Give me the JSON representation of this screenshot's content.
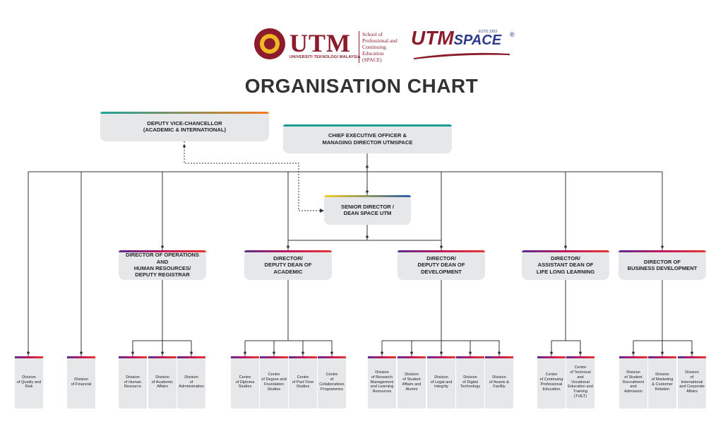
{
  "header": {
    "utm_logo_text": "UTM",
    "utm_university_name": "UNIVERSITI TEKNOLOGI MALAYSIA",
    "school_name": "School of\nProfessional and\nContinuing\nEducation\n(SPACE)",
    "space_logo_utm": "UTM",
    "space_logo_space": "SPACE",
    "space_estd": "ESTD 1993",
    "space_reg": "®"
  },
  "title": "ORGANISATION CHART",
  "colors": {
    "box_bg": "#e6e7e9",
    "line": "#333333",
    "teal_orange": "linear-gradient(90deg,#1fa39a,#f47b20)",
    "teal": "linear-gradient(90deg,#1a9d94,#1a9d94)",
    "yellow_blue": "linear-gradient(90deg,#f2d024,#2d5fa8)",
    "red_purple": "linear-gradient(90deg,#5b2d8e,#c2185b,#e53935)"
  },
  "top": {
    "dvc": "DEPUTY VICE-CHANCELLOR\n(ACADEMIC & INTERNATIONAL)",
    "ceo": "CHIEF EXECUTIVE OFFICER &\nMANAGING DIRECTOR UTMSPACE",
    "senior": "SENIOR DIRECTOR /\nDEAN SPACE UTM"
  },
  "directors": {
    "ops": "DIRECTOR OF OPERATIONS AND\nHUMAN RESOURCES/\nDEPUTY REGISTRAR",
    "academic": "DIRECTOR/\nDEPUTY DEAN OF\nACADEMIC",
    "development": "DIRECTOR/\nDEPUTY DEAN OF\nDEVELOPMENT",
    "lll": "DIRECTOR/\nASSISTANT DEAN OF\nLIFE LONG LEARNING",
    "bizdev": "DIRECTOR OF\nBUSINESS DEVELOPMENT"
  },
  "leaves": {
    "quality": "Division\nof Quality and\nRisk",
    "financial": "Division\nof Financial",
    "hr": "Division\nof Human\nResource",
    "academic_affairs": "Division\nof Academic\nAffairs",
    "administration": "Division\nof\nAdministration",
    "diploma": "Centre\nof Diploma\nStudies",
    "degree": "Centre\nof Degree and\nFoundation\nStudies",
    "parttime": "Centre\nof Part-Time\nStudies",
    "collab": "Centre\nof\nCollaboratives\nProgrammes",
    "research": "Division\nof Research\nManagement\nand Learning\nResources",
    "student_affairs": "Division\nof Student\nAffairs and\nAlumni",
    "legal": "Division\nof Legal and\nIntegrity",
    "digital": "Division\nof Digital\nTechnology",
    "assets": "Division\nof Assets &\nFacility",
    "cpe": "Centre\nof Continuing\nProfessional\nEducation",
    "tvet": "Centre\nof Technical\nand Vocational\nEducation and\nTraining\n(TVET)",
    "recruitment": "Division\nof Student\nRecruitment\nand\nAdmission",
    "marketing": "Division\nof Marketing\n& Customer\nRelation",
    "international": "Division\nof\nInternational\nand Corporate\nAffairs"
  }
}
